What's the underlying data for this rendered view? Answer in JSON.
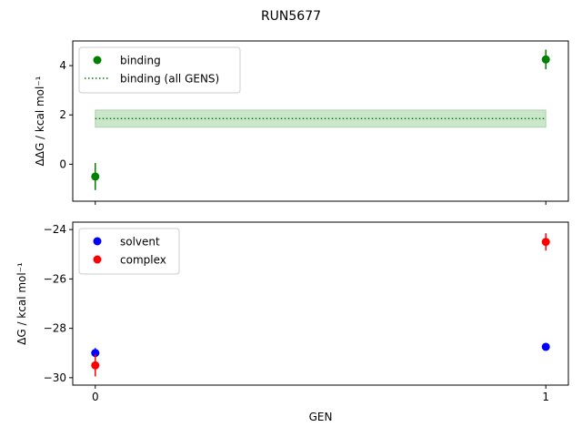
{
  "figure_title": "RUN5677",
  "colors": {
    "binding": "#008000",
    "binding_band": "#008000",
    "solvent": "#0000ff",
    "complex": "#ff0000"
  },
  "chart_data": [
    {
      "type": "scatter",
      "panel": "top",
      "ylabel": "ΔΔG / kcal mol⁻¹",
      "x_ticks": [
        0,
        1
      ],
      "y_ticks": [
        0,
        2,
        4
      ],
      "xlim": [
        -0.05,
        1.05
      ],
      "ylim": [
        -1.5,
        5.0
      ],
      "legend_position": "top-left",
      "series": [
        {
          "name": "binding",
          "marker": "point",
          "color": "#008000",
          "x": [
            0,
            1
          ],
          "y": [
            -0.5,
            4.25
          ],
          "yerr": [
            0.55,
            0.4
          ]
        },
        {
          "name": "binding (all GENS)",
          "marker": "dotted-line",
          "color": "#008000",
          "x": [
            0,
            1
          ],
          "y": 1.85,
          "band": [
            1.5,
            2.2
          ]
        }
      ]
    },
    {
      "type": "scatter",
      "panel": "bottom",
      "xlabel": "GEN",
      "ylabel": "ΔG / kcal mol⁻¹",
      "x_ticks": [
        0,
        1
      ],
      "y_ticks": [
        -30,
        -28,
        -26,
        -24
      ],
      "xlim": [
        -0.05,
        1.05
      ],
      "ylim": [
        -30.3,
        -23.7
      ],
      "legend_position": "top-left",
      "series": [
        {
          "name": "solvent",
          "color": "#0000ff",
          "x": [
            0,
            1
          ],
          "y": [
            -29.0,
            -28.75
          ],
          "yerr": [
            0.2,
            0.15
          ]
        },
        {
          "name": "complex",
          "color": "#ff0000",
          "x": [
            0,
            1
          ],
          "y": [
            -29.5,
            -24.5
          ],
          "yerr": [
            0.45,
            0.35
          ]
        }
      ]
    }
  ]
}
